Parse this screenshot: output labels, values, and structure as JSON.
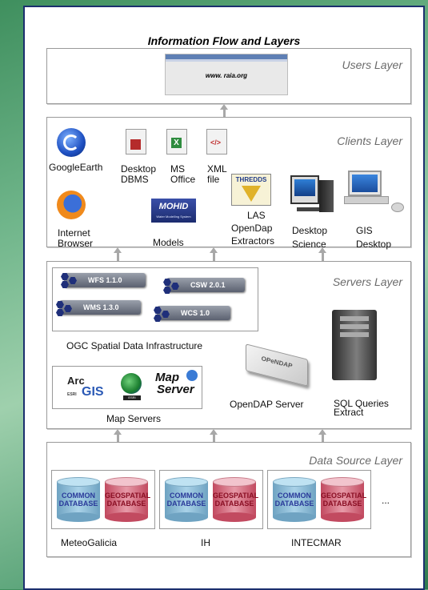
{
  "title": "Information Flow and Layers",
  "users_layer": {
    "title": "Users Layer",
    "url": "www. raia.org"
  },
  "clients_layer": {
    "title": "Clients Layer",
    "items": {
      "google_earth": "GoogleEarth",
      "desktop_dbms": [
        "Desktop",
        "DBMS"
      ],
      "ms_office": [
        "MS",
        "Office"
      ],
      "xml_file": [
        "XML",
        "file"
      ],
      "thredds": "THREDDS",
      "internet_browser": [
        "Internet",
        "Browser"
      ],
      "mohid": "MOHID",
      "mohid_sub": "Water Modelling System",
      "models": "Models",
      "las": [
        "LAS",
        "OpenDap",
        "Extractors"
      ],
      "desktop_science": [
        "Desktop",
        "Science"
      ],
      "gis_desktop": [
        "GIS",
        "Desktop"
      ]
    }
  },
  "servers_layer": {
    "title": "Servers Layer",
    "ogc": {
      "label": "OGC Spatial Data Infrastructure",
      "services": [
        "WFS 1.1.0",
        "CSW 2.0.1",
        "WMS 1.3.0",
        "WCS 1.0"
      ]
    },
    "map_servers": {
      "label": "Map Servers",
      "arc": "Arc",
      "gis": "GIS",
      "esri": "ESRI",
      "esri2": "ESRI",
      "map": "Map",
      "server": "Server"
    },
    "opendap": {
      "badge": "OPeNDAP",
      "label": "OpenDAP Server"
    },
    "sql": {
      "label": [
        "SQL Queries",
        "Extract"
      ]
    }
  },
  "data_source_layer": {
    "title": "Data Source Layer",
    "db_common": [
      "COMMON",
      "DATABASE"
    ],
    "db_geo": [
      "GEOSPATIAL",
      "DATABASE"
    ],
    "sources": [
      "MeteoGalicia",
      "IH",
      "INTECMAR"
    ],
    "more": "..."
  }
}
